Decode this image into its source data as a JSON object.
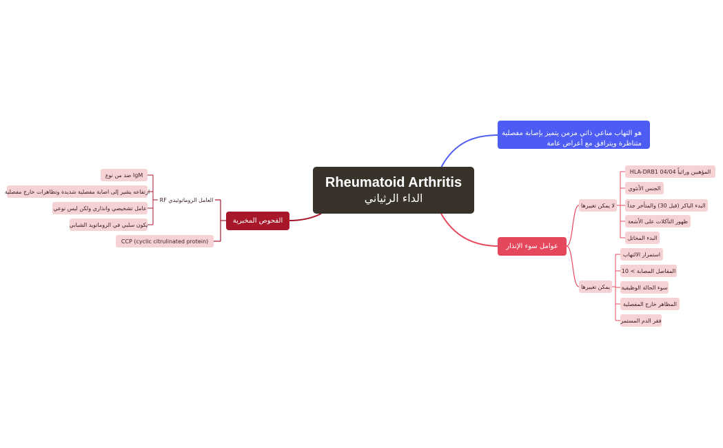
{
  "colors": {
    "central": "#38322a",
    "blue_branch": "#4d5cf3",
    "red_branch": "#e5485c",
    "dark_red_branch": "#a8162a",
    "leaf_bg": "#f6d2d5"
  },
  "central": {
    "title_en": "Rheumatoid Arthritis",
    "title_ar": "الداء الرثياني"
  },
  "definition": {
    "line1": "هو التهاب مناعي ذاتي مزمن يتميز بإصابة مفصلية",
    "line2": "متناظرة ويترافق مع أعراض عامة"
  },
  "poor_prognosis": {
    "label": "عوامل سوء الإنذار",
    "unchangeable": {
      "label": "لا يمكن تغييرها",
      "items": [
        "HLA-DRB1 04/04 المؤهبين وراثياً",
        "الجنس الأنثوي",
        "البدء الباكر (قبل 30) والمتأخر جداً",
        "ظهور التآكلات على الأشعة",
        "البدء المخاتل"
      ]
    },
    "changeable": {
      "label": "يمكن تغييرها",
      "items": [
        "استمرار الالتهاب",
        "المفاصل المصابة > 10",
        "سوء الحالة الوظيفية",
        "المظاهر خارج المفصلية",
        "فقر الدم المستمر"
      ]
    }
  },
  "lab_tests": {
    "label": "الفحوص المخبرية",
    "rf": {
      "label": "RF العامل الروماتوئيدي",
      "items": [
        "ضد من نوع IgM",
        "ارتفاعه يشير إلى اصابة مفصلية شديدة وتظاهرات خارج مفصلية",
        "عامل تشخيصي وانذاري ولكن ليس نوعي",
        "يكون سلبي في الروماتويد الشبابي"
      ]
    },
    "ccp": "CCP (cyclic citrulinated protein)"
  }
}
